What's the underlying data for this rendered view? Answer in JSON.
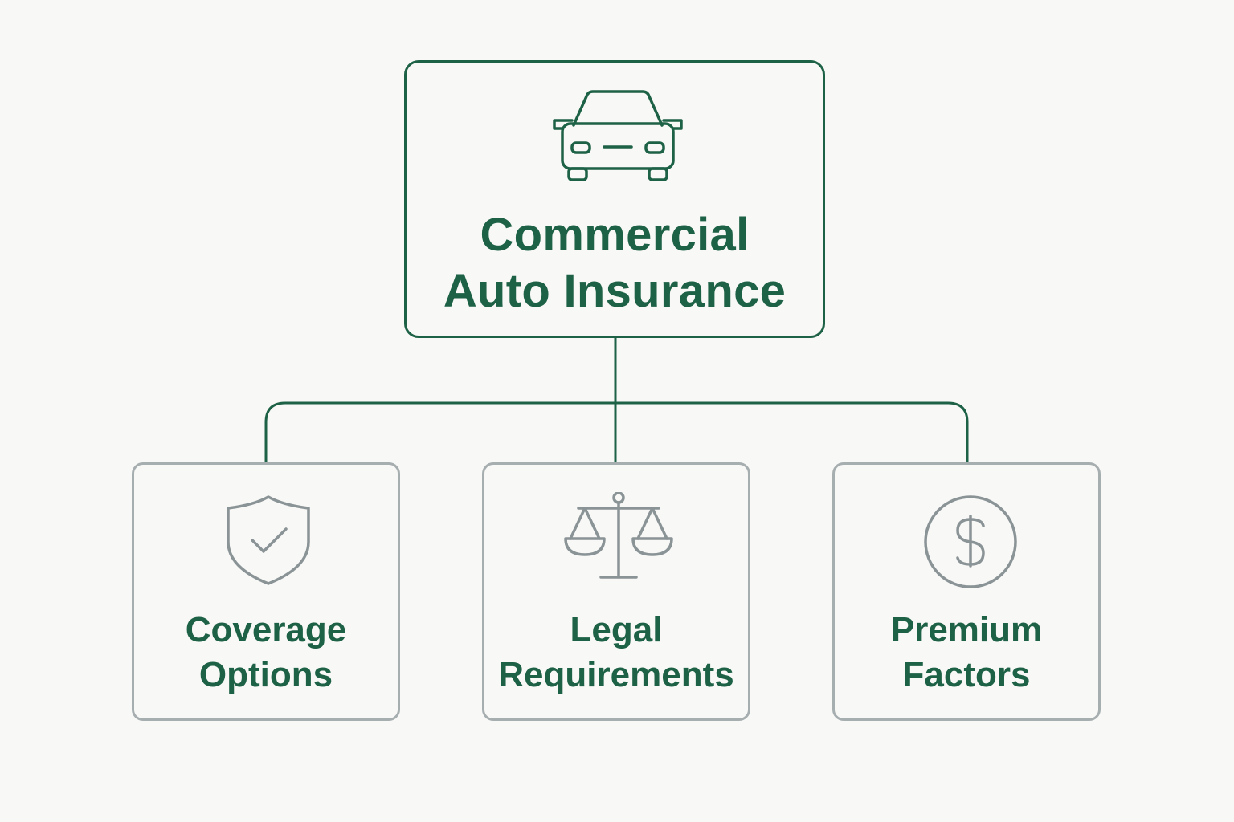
{
  "diagram": {
    "root": {
      "title_line1": "Commercial",
      "title_line2": "Auto Insurance",
      "icon": "car-icon"
    },
    "children": [
      {
        "label_line1": "Coverage",
        "label_line2": "Options",
        "icon": "shield-check-icon"
      },
      {
        "label_line1": "Legal",
        "label_line2": "Requirements",
        "icon": "scales-icon"
      },
      {
        "label_line1": "Premium",
        "label_line2": "Factors",
        "icon": "dollar-circle-icon"
      }
    ]
  },
  "colors": {
    "primary_green": "#1d6146",
    "child_border_gray": "#a7aeb0",
    "icon_gray": "#8a9396",
    "background": "#f8f8f6"
  }
}
